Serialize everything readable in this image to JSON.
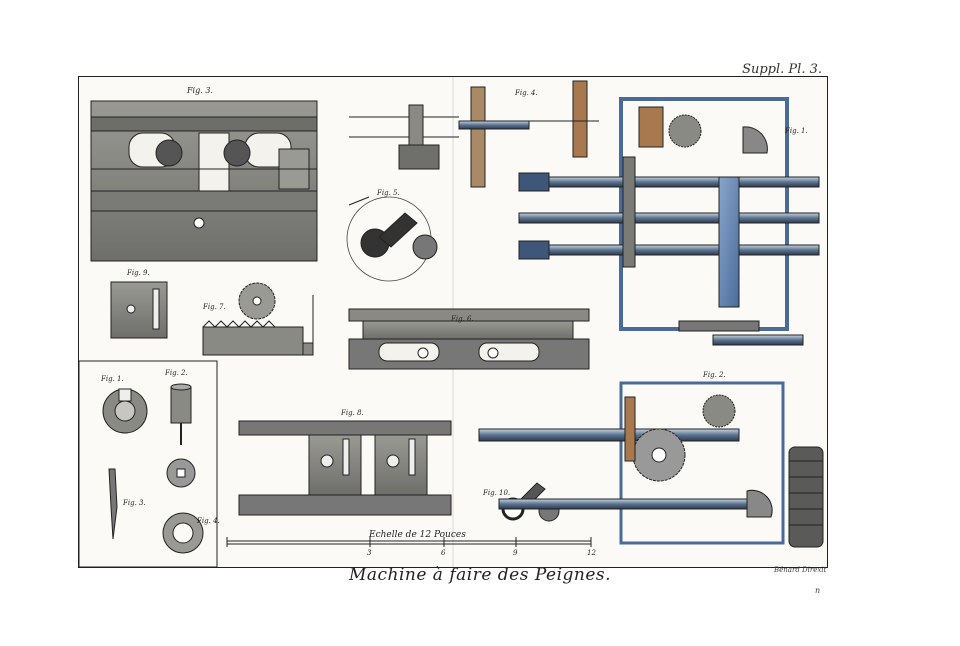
{
  "header": "Suppl. Pl. 3.",
  "caption": "Machine à faire des Peignes.",
  "signature": "Bénard Direxit",
  "page_mark": "n",
  "scale": {
    "label": "Echelle de 12 Pouces",
    "ticks": [
      "3",
      "6",
      "9",
      "12"
    ]
  },
  "figures": {
    "left_fig3": "Fig. 3.",
    "fig4": "Fig. 4.",
    "fig5": "Fig. 5.",
    "fig6": "Fig. 6.",
    "fig7": "Fig. 7.",
    "fig8": "Fig. 8.",
    "fig9": "Fig. 9.",
    "fig10": "Fig. 10.",
    "right_fig1": "Fig. 1.",
    "right_fig2": "Fig. 2.",
    "inset_fig1": "Fig. 1.",
    "inset_fig2": "Fig. 2.",
    "inset_fig3": "Fig. 3.",
    "inset_fig4": "Fig. 4."
  },
  "colors": {
    "ink": "#2b2b2b",
    "wood": "#8a8a85",
    "steel": "#5b7390",
    "blue_tint": "#7a99c4",
    "rust": "#a8794f"
  }
}
